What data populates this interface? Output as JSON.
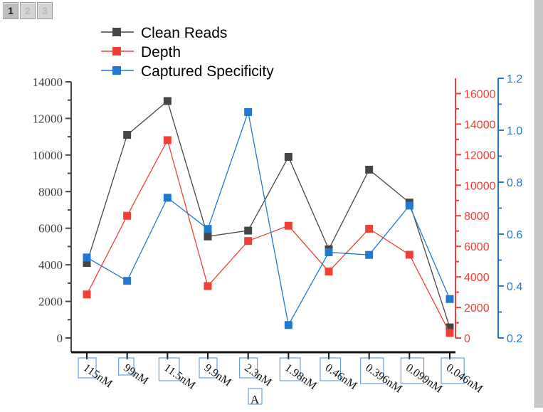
{
  "window": {
    "layer_tabs": [
      {
        "label": "1",
        "active": true
      },
      {
        "label": "2",
        "active": false
      },
      {
        "label": "3",
        "active": false
      }
    ]
  },
  "colors": {
    "clean_reads": "#454545",
    "depth": "#ee4035",
    "captured_specificity": "#1f78d1",
    "axis_left": "#454545",
    "selection_box": "#4a90d9",
    "background": "#ffffff",
    "gutter": "#c8c8c8"
  },
  "chart_data": {
    "type": "line",
    "title": "",
    "xlabel": "A",
    "grid": false,
    "legend_position": "top-left",
    "categories": [
      "115nM",
      "99nM",
      "11.5nM",
      "9.9nM",
      "2.3nM",
      "1.98nM",
      "0.46nM",
      "0.396nM",
      "0.099nM",
      "0.046nM"
    ],
    "axes": [
      {
        "id": "left",
        "name": "Clean Reads axis",
        "color": "#454545",
        "min": 0,
        "max": 14000,
        "ticks": [
          0,
          2000,
          4000,
          6000,
          8000,
          10000,
          12000,
          14000
        ],
        "tick_labels": [
          "0",
          "2000",
          "4000",
          "6000",
          "8000",
          "10000",
          "12000",
          "14000"
        ],
        "minor_ticks": true
      },
      {
        "id": "right1",
        "name": "Depth axis",
        "color": "#ee4035",
        "min": 0,
        "max": 17000,
        "ticks": [
          0,
          2000,
          4000,
          6000,
          8000,
          10000,
          12000,
          14000,
          16000
        ],
        "tick_labels": [
          "0",
          "2000",
          "4000",
          "6000",
          "8000",
          "10000",
          "12000",
          "14000",
          "16000"
        ],
        "minor_ticks": true
      },
      {
        "id": "right2",
        "name": "Captured Specificity axis",
        "color": "#1f78d1",
        "min": 0.2,
        "max": 1.2,
        "ticks": [
          0.2,
          0.4,
          0.6,
          0.8,
          1.0,
          1.2
        ],
        "tick_labels": [
          "0.2",
          "0.4",
          "0.6",
          "0.8",
          "1.0",
          "1.2"
        ],
        "minor_ticks": true
      }
    ],
    "series": [
      {
        "name": "Clean Reads",
        "axis": "left",
        "color": "#454545",
        "marker": "square",
        "values": [
          4100,
          11100,
          12950,
          5550,
          5870,
          9900,
          4850,
          9200,
          7400,
          580
        ]
      },
      {
        "name": "Depth",
        "axis": "right1",
        "color": "#ee4035",
        "marker": "square",
        "values": [
          2850,
          8000,
          12950,
          3400,
          6350,
          7350,
          4350,
          7150,
          5450,
          330
        ]
      },
      {
        "name": "Captured Specificity",
        "axis": "right2",
        "color": "#1f78d1",
        "marker": "square",
        "values": [
          0.51,
          0.42,
          0.74,
          0.62,
          1.07,
          0.25,
          0.53,
          0.52,
          0.71,
          0.35
        ]
      }
    ]
  }
}
